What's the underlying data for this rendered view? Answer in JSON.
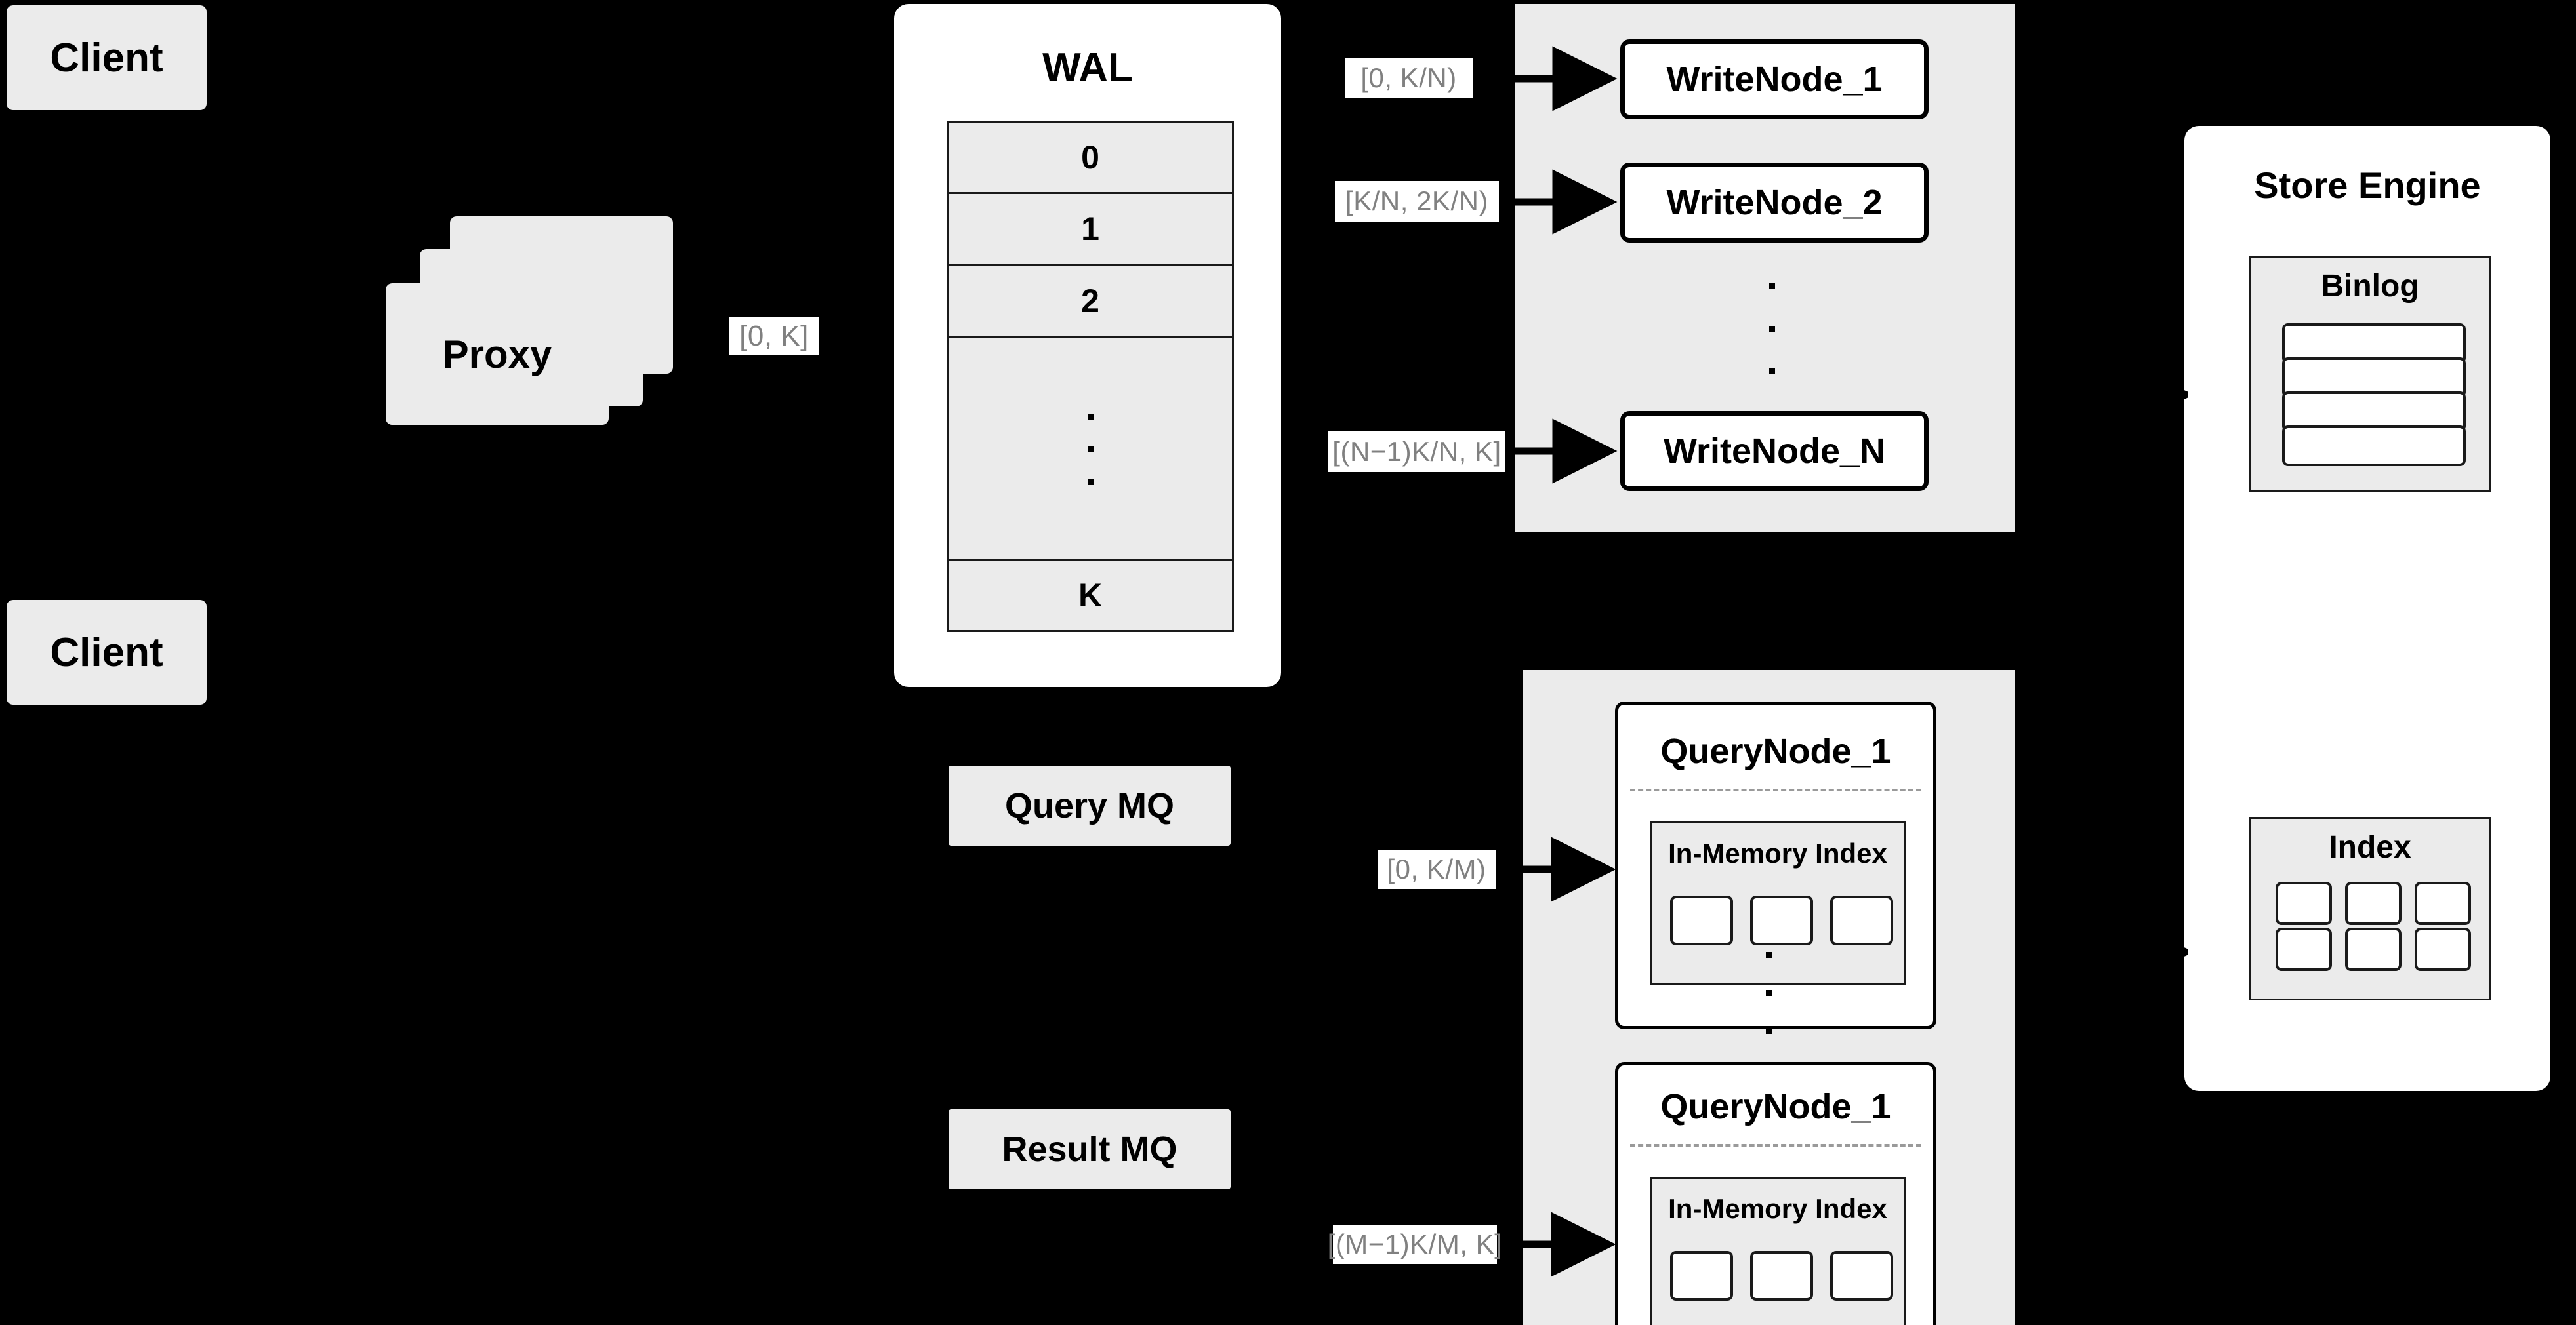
{
  "diagram": {
    "title": "Distributed Write/Query Architecture",
    "background_color": "#000000",
    "block_fill": "#ebebeb",
    "panel_fill": "#ffffff",
    "stroke_color": "#000000",
    "label_text_color": "#808080"
  },
  "clients": [
    {
      "label": "Client"
    },
    {
      "label": "Client"
    }
  ],
  "proxy": {
    "label": "Proxy",
    "stack_count": 3,
    "out_label": "[0, K]"
  },
  "wal": {
    "title": "WAL",
    "rows": [
      "0",
      "1",
      "2",
      "⋮",
      "K"
    ],
    "ellipsis_row_index": 3
  },
  "write_group": {
    "nodes": [
      {
        "label": "WriteNode_1",
        "range_label": "[0,  K/N)"
      },
      {
        "label": "WriteNode_2",
        "range_label": "[K/N, 2K/N)"
      },
      {
        "label": "WriteNode_N",
        "range_label": "[(N−1)K/N,  K]"
      }
    ],
    "ellipsis": "⋮"
  },
  "query_group": {
    "nodes": [
      {
        "label": "QueryNode_1",
        "range_label": "[0, K/M)",
        "inner": {
          "title": "In-Memory Index",
          "cells": 3
        }
      },
      {
        "label": "QueryNode_1",
        "range_label": "[(M−1)K/M, K]",
        "inner": {
          "title": "In-Memory Index",
          "cells": 3
        }
      }
    ],
    "ellipsis": "⋮"
  },
  "message_queues": [
    {
      "label": "Query MQ"
    },
    {
      "label": "Result MQ"
    }
  ],
  "store_engine": {
    "title": "Store Engine",
    "binlog": {
      "title": "Binlog",
      "rows": 4
    },
    "index": {
      "title": "Index",
      "rows": 2,
      "cols": 3
    }
  }
}
